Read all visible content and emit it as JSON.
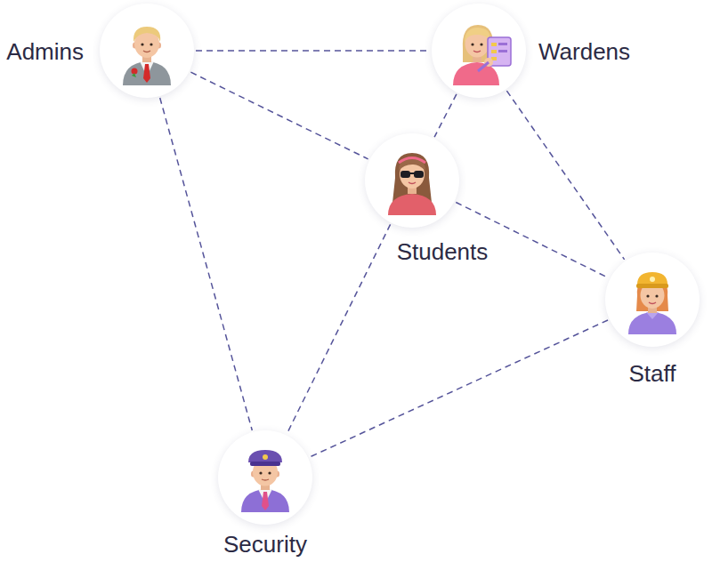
{
  "diagram": {
    "nodes": [
      {
        "text": [
          "Admins"
        ]
      },
      {
        "text": [
          "Wardens"
        ]
      },
      {
        "text": [
          "Students"
        ]
      },
      {
        "text": [
          "Staff"
        ]
      },
      {
        "text": [
          "Security"
        ]
      }
    ],
    "edges": [
      {
        "from": 0,
        "to": 1,
        "arrow": "none"
      },
      {
        "from": 0,
        "to": 2,
        "arrow": "none"
      },
      {
        "from": 0,
        "to": 4,
        "arrow": "none"
      },
      {
        "from": 1,
        "to": 2,
        "arrow": "none"
      },
      {
        "from": 1,
        "to": 3,
        "arrow": "none"
      },
      {
        "from": 2,
        "to": 3,
        "arrow": "none"
      },
      {
        "from": 2,
        "to": 4,
        "arrow": "none"
      },
      {
        "from": 3,
        "to": 4,
        "arrow": "none"
      }
    ]
  }
}
